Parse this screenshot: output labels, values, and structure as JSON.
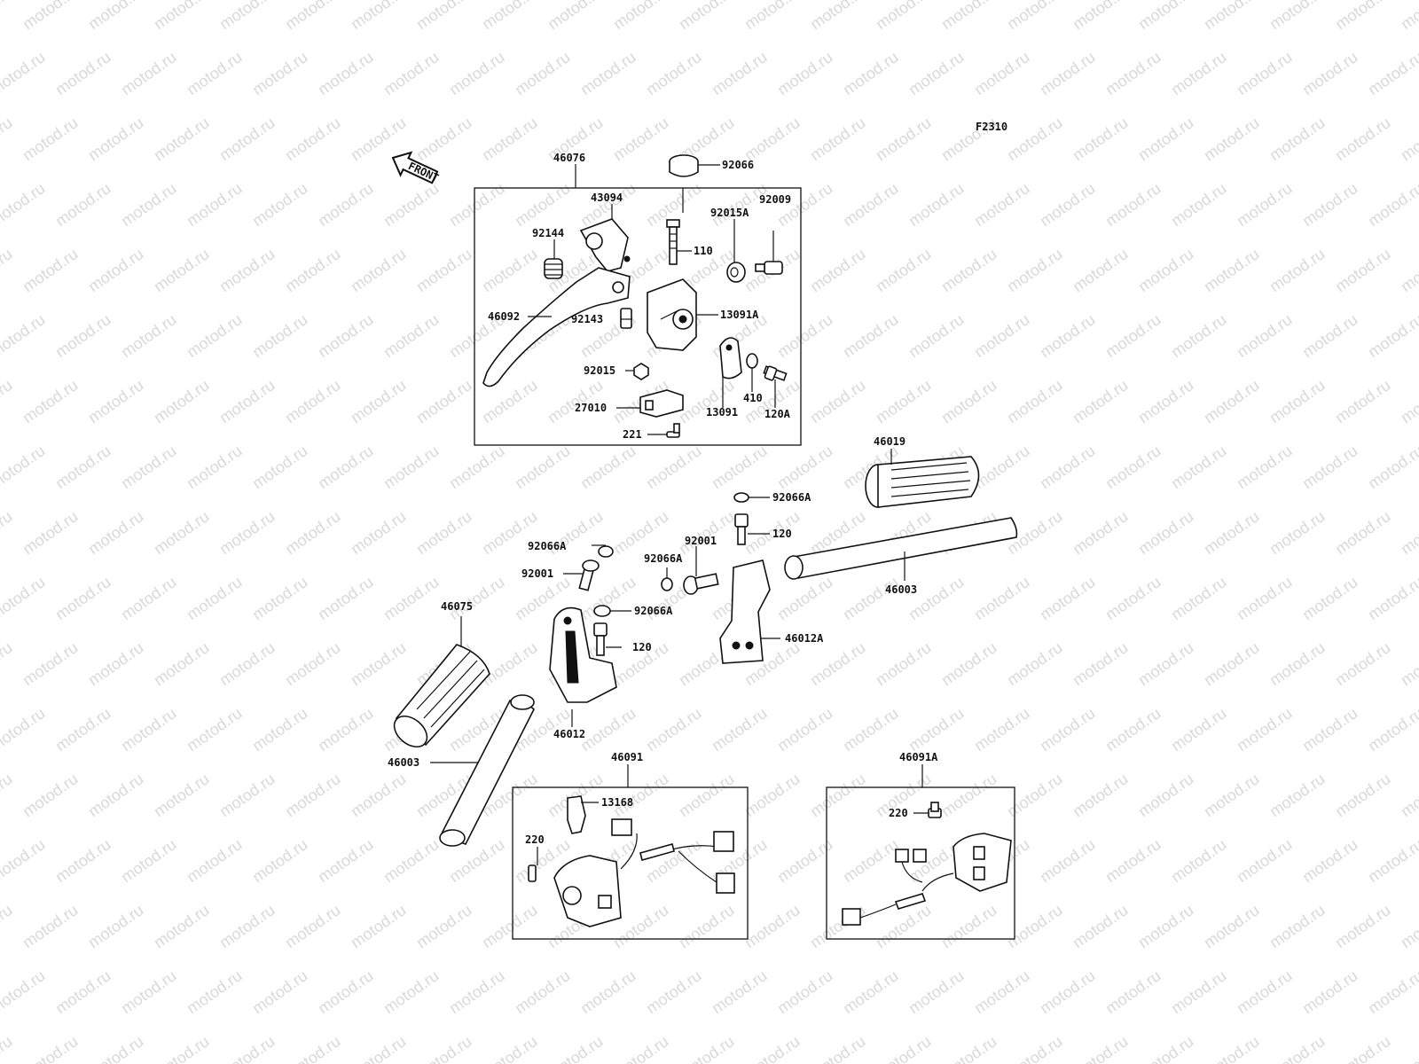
{
  "watermark": "motod.ru",
  "figure_code": "F2310",
  "front_arrow": "FRONT",
  "callouts": {
    "p46076": "46076",
    "p92066": "92066",
    "p43094": "43094",
    "p92144": "92144",
    "p110": "110",
    "p92015A": "92015A",
    "p92009": "92009",
    "p46092": "46092",
    "p92143": "92143",
    "p13091A": "13091A",
    "p92015": "92015",
    "p410": "410",
    "p27010": "27010",
    "p13091": "13091",
    "p120A": "120A",
    "p221": "221",
    "p46019": "46019",
    "p92066A_top": "92066A",
    "p120_right": "120",
    "p92066A_left": "92066A",
    "p92001_right": "92001",
    "p92066A_mid": "92066A",
    "p92001_left": "92001",
    "p46003_right": "46003",
    "p92066A_low": "92066A",
    "p46075": "46075",
    "p120_left": "120",
    "p46012A": "46012A",
    "p46012": "46012",
    "p46003_left": "46003",
    "p46091": "46091",
    "p13168": "13168",
    "p220_left": "220",
    "p46091A": "46091A",
    "p220_right": "220"
  }
}
